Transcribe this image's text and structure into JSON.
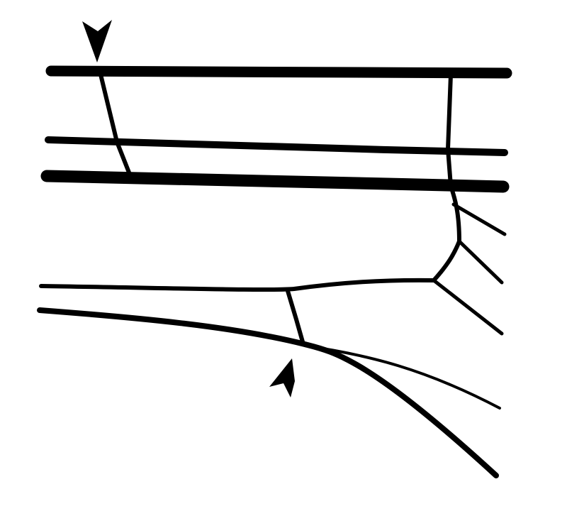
{
  "figure": {
    "background": "#ffffff",
    "ink": "#000000",
    "elements": [
      "longitudinal-vein",
      "crossvein",
      "arrowhead-marker"
    ]
  }
}
